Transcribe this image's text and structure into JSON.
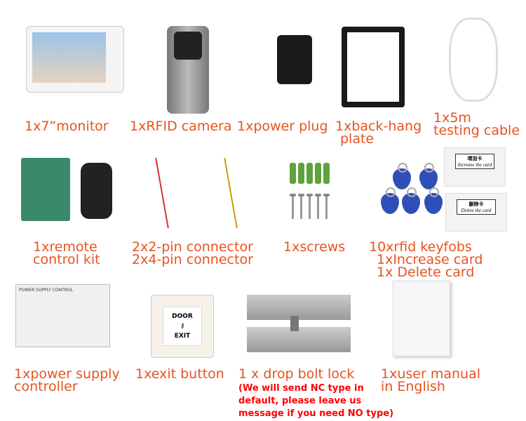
{
  "items": {
    "monitor": {
      "label": "1x7”monitor"
    },
    "camera": {
      "label": "1xRFID camera"
    },
    "plug": {
      "label": "1xpower plug"
    },
    "backplate": {
      "label1": "1xback-hang",
      "label2": "plate"
    },
    "cable": {
      "label1": "1x5m",
      "label2": "testing cable"
    },
    "remote": {
      "label1": "1xremote",
      "label2": "control kit"
    },
    "connector": {
      "label1": "2x2-pin connector",
      "label2": "2x4-pin connector"
    },
    "screws": {
      "label": "1xscrews"
    },
    "keyfobs": {
      "label1": "10xrfid keyfobs",
      "label2": "1xIncrease card",
      "label3": "1x Delete card",
      "increase_card_cn": "增加卡",
      "increase_card_en": "Increase the card",
      "delete_card_cn": "删除卡",
      "delete_card_en": "Delete the card"
    },
    "psu": {
      "label1": "1xpower supply",
      "label2": "controller",
      "device_text": "POWER SUPPLY CONTROL"
    },
    "exit": {
      "label": "1xexit button",
      "door": "DOOR",
      "exit": "EXIT"
    },
    "lock": {
      "label": "1 x drop bolt lock",
      "note1": "(We will send NC type in",
      "note2": "default, please leave us",
      "note3": "message if you need NO type)"
    },
    "manual": {
      "label1": "1xuser manual",
      "label2": "in English"
    }
  }
}
